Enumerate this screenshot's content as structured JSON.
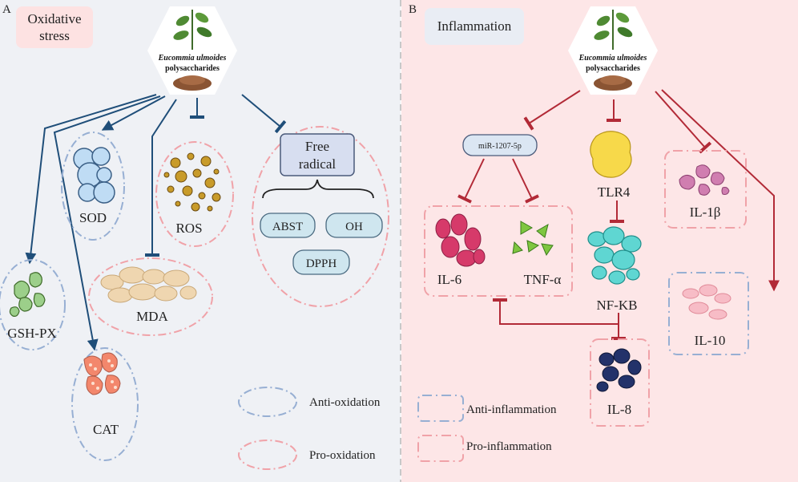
{
  "panel_a": {
    "letter": "A",
    "title_line1": "Oxidative",
    "title_line2": "stress",
    "source_line1": "Eucommia ulmoides",
    "source_line2": "polysaccharides",
    "nodes": {
      "sod": "SOD",
      "ros": "ROS",
      "free_radical_line1": "Free",
      "free_radical_line2": "radical",
      "abst": "ABST",
      "oh": "OH",
      "dpph": "DPPH",
      "mda": "MDA",
      "gsh_px": "GSH-PX",
      "cat": "CAT"
    },
    "legend": {
      "anti": "Anti-oxidation",
      "pro": "Pro-oxidation"
    }
  },
  "panel_b": {
    "letter": "B",
    "title": "Inflammation",
    "source_line1": "Eucommia ulmoides",
    "source_line2": "polysaccharides",
    "nodes": {
      "mirna": "miR-1207-5p",
      "tlr4": "TLR4",
      "il1b": "IL-1β",
      "il6": "IL-6",
      "tnfa": "TNF-α",
      "nfkb": "NF-KB",
      "il10": "IL-10",
      "il8": "IL-8"
    },
    "legend": {
      "anti": "Anti-inflammation",
      "pro": "Pro-inflammation"
    }
  },
  "colors": {
    "panel_a_bg": "#eff1f5",
    "panel_b_bg": "#fde6e7",
    "arrow_a": "#1f4e79",
    "arrow_b": "#b22a37",
    "anti_border": "#97afd3",
    "pro_border": "#f0a2a8",
    "title_a_bg": "#fde2e2",
    "title_b_bg": "#e9edf4"
  }
}
